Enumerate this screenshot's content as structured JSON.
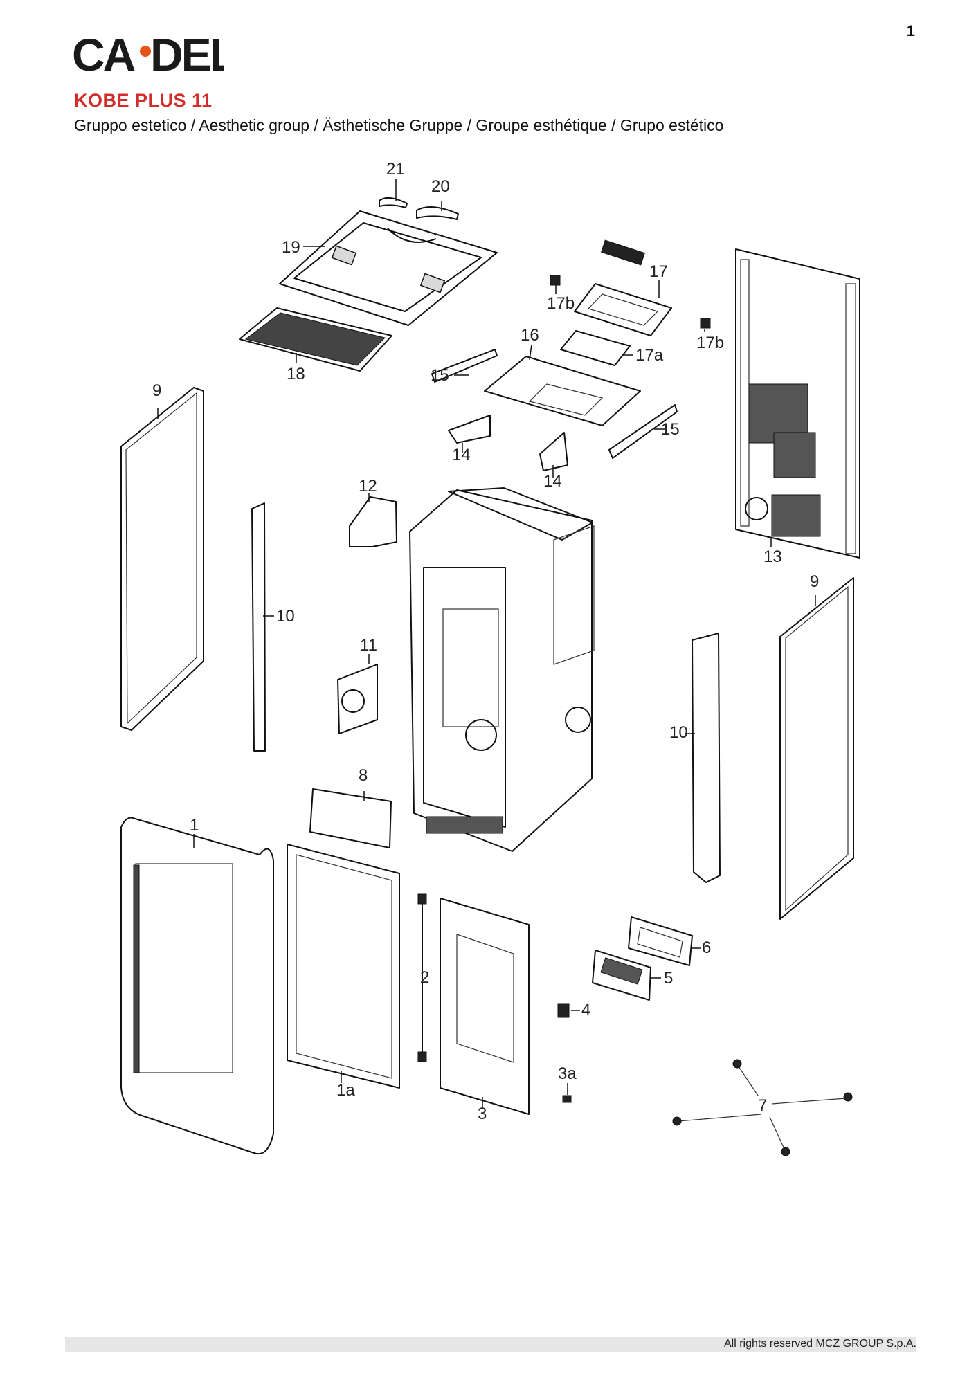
{
  "page_number": "1",
  "brand": {
    "logo_text": "CADEL",
    "logo_dot_color": "#e8511a"
  },
  "header": {
    "model": "KOBE PLUS 11",
    "subtitle": "Gruppo estetico / Aesthetic group / Ästhetische Gruppe / Groupe esthétique / Grupo estético"
  },
  "colors": {
    "accent": "#d32c2a",
    "line": "#111111",
    "footer_bar": "#e6e6e6"
  },
  "callouts": [
    "21",
    "20",
    "19",
    "18",
    "17",
    "17b",
    "17b",
    "16",
    "17a",
    "15",
    "15",
    "14",
    "14",
    "9",
    "12",
    "13",
    "10",
    "11",
    "9",
    "10",
    "8",
    "1",
    "2",
    "1a",
    "3",
    "6",
    "5",
    "4",
    "3a",
    "7"
  ],
  "footer": {
    "rights": "All rights reserved MCZ GROUP S.p.A."
  }
}
